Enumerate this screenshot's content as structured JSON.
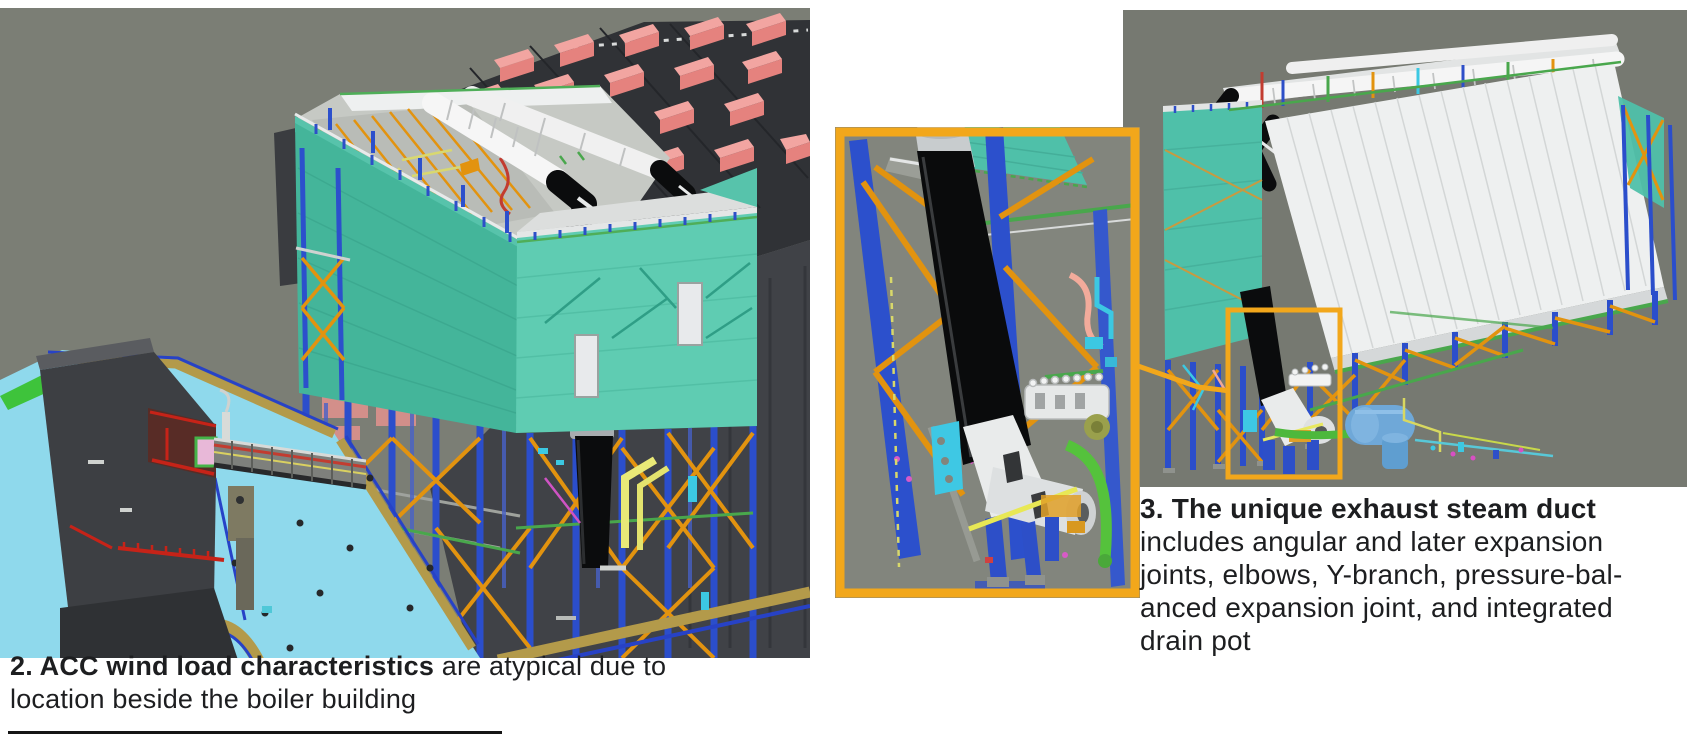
{
  "captions": {
    "fig2": {
      "bold": "2. ACC wind load characteristics",
      "rest": " are atypical due to",
      "line2": "location beside the boiler building"
    },
    "fig3": {
      "bold": "3. The unique exhaust steam duct",
      "lines": [
        "includes angular and later expansion",
        "joints, elbows, Y-branch, pressure-bal-",
        "anced expansion joint, and integrated",
        "drain pot"
      ]
    }
  },
  "colors": {
    "page_background": "#ffffff",
    "model_background": "#7b7e75",
    "callout_accent": "#f2a71b",
    "acc_teal": "#4fc0a9",
    "column_blue": "#2b4ecb",
    "bracing_orange": "#e2930f",
    "equipment_red": "#e5827e",
    "ground_cyan": "#8fd9ec",
    "duct_black": "#0b0c0d",
    "caption_text": "#1d1e20"
  }
}
